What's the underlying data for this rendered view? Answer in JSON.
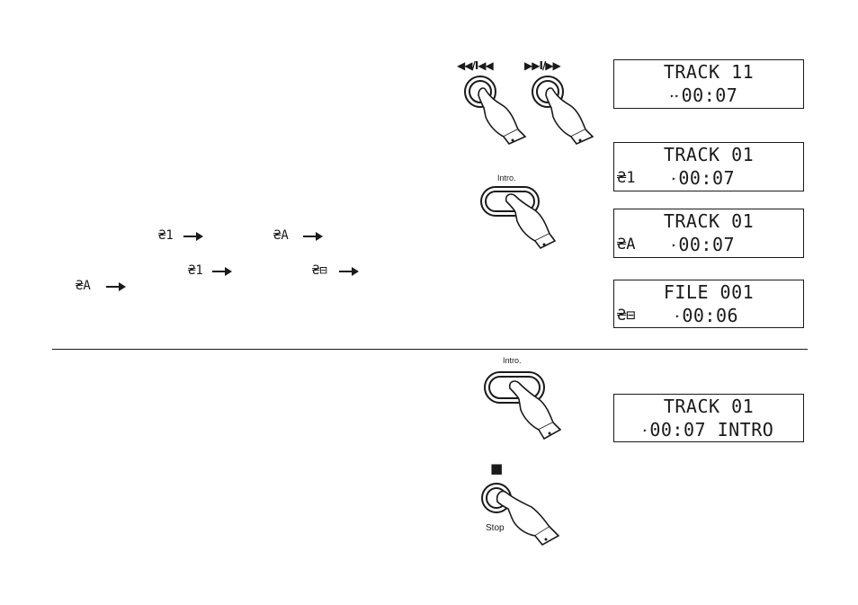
{
  "skip_buttons": {
    "back_label": "◀◀/I◀◀",
    "forward_label": "▶▶I/▶▶"
  },
  "intro_button_label": "Intro.",
  "stop_button_label": "Stop",
  "stop_symbol": "■",
  "displays": [
    {
      "line1": "TRACK 11",
      "line2": "00:07",
      "mode": ""
    },
    {
      "line1": "TRACK 01",
      "line2": "00:07",
      "mode": "₴1"
    },
    {
      "line1": "TRACK 01",
      "line2": "00:07",
      "mode": "₴A"
    },
    {
      "line1": "FILE 001",
      "line2": "00:06",
      "mode": "₴⊟"
    },
    {
      "line1": "TRACK 01",
      "line2": "00:07 INTRO",
      "mode": ""
    }
  ],
  "sequence_1": [
    "₴1",
    "₴A"
  ],
  "sequence_2": [
    "₴1",
    "₴⊟",
    "₴A"
  ]
}
